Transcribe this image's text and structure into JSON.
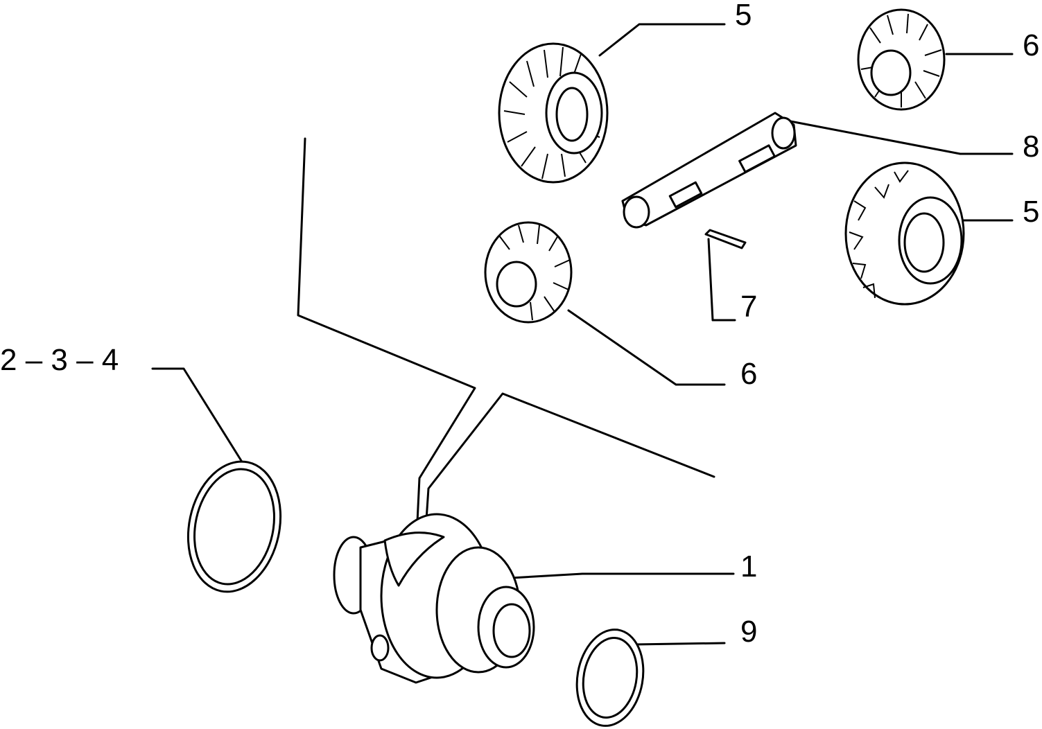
{
  "callouts": {
    "gear_5_top": "5",
    "gear_6_top": "6",
    "pin_8": "8",
    "gear_5_right": "5",
    "pin_7": "7",
    "gear_6_mid": "6",
    "ring_2_3_4": "2 – 3 – 4",
    "housing_1": "1",
    "washer_9": "9"
  }
}
